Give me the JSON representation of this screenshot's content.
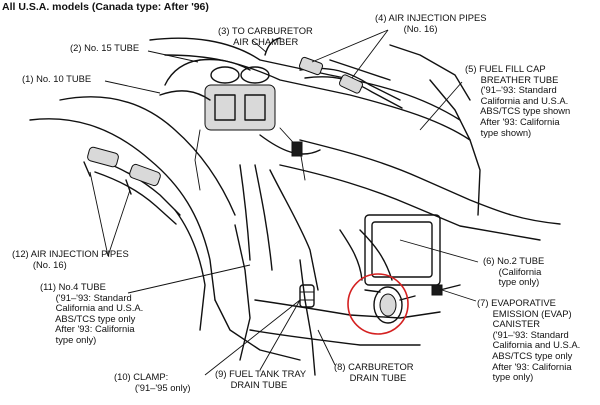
{
  "title": "All U.S.A. models (Canada type: After '96)",
  "labels": {
    "l1": "(1) No. 10 TUBE",
    "l2": "(2) No. 15 TUBE",
    "l3": "(3) TO CARBURETOR\n      AIR CHAMBER",
    "l4": "(4) AIR INJECTION PIPES\n           (No. 16)",
    "l5": "(5) FUEL FILL CAP\n      BREATHER TUBE\n      ('91–'93: Standard\n      California and U.S.A.\n      ABS/TCS type shown\n      After '93: California\n      type shown)",
    "l6": "(6) No.2 TUBE\n      (California\n      type only)",
    "l7": "(7) EVAPORATIVE\n      EMISSION (EVAP)\n      CANISTER\n      ('91–'93: Standard\n      California and U.S.A.\n      ABS/TCS type only\n      After '93: California\n      type only)",
    "l8": "(8) CARBURETOR\n      DRAIN TUBE",
    "l9": "(9) FUEL TANK TRAY\n      DRAIN TUBE",
    "l10": "(10) CLAMP:\n        ('91–'95 only)",
    "l11": "(11) No.4 TUBE\n      ('91–'93: Standard\n      California and U.S.A.\n      ABS/TCS type only\n      After '93: California\n      type only)",
    "l12": "(12) AIR INJECTION PIPES\n        (No. 16)"
  }
}
